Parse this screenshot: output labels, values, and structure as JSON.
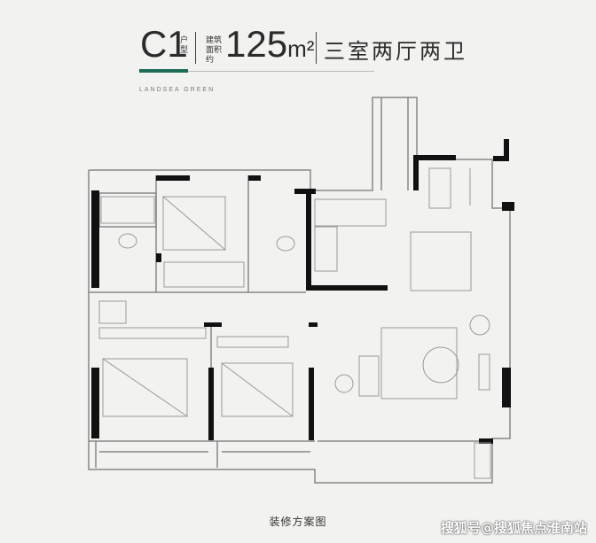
{
  "header": {
    "unit_code": "C1",
    "unit_label": "户型",
    "area_label": "建筑面积约",
    "area_value": "125",
    "area_unit": "m²",
    "rooms": "三室两厅两卫",
    "brand": "LANDSEA GREEN"
  },
  "caption": "装修方案图",
  "watermark": "搜狐号@搜狐焦点淮南站",
  "colors": {
    "accent": "#1d6b58",
    "wall": "#111111",
    "background": "#f2f2f0"
  }
}
